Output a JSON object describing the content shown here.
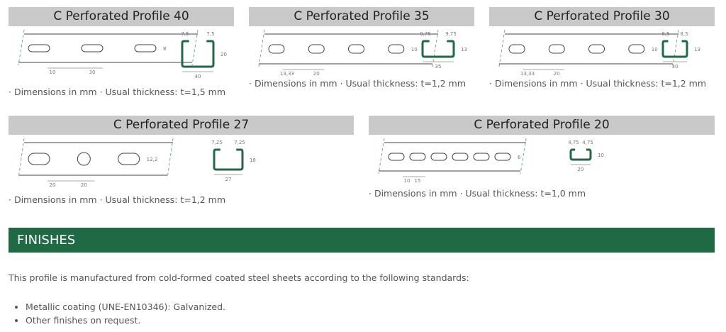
{
  "profiles": [
    {
      "title": "C Perforated Profile 40",
      "caption": "· Dimensions in mm · Usual thickness: t=1,5 mm",
      "hole_h": "8",
      "pitch_a": "10",
      "pitch_b": "30",
      "flange_l": "7,5",
      "flange_r": "7,5",
      "height": "20",
      "width": "40"
    },
    {
      "title": "C Perforated Profile 35",
      "caption": "· Dimensions in mm · Usual thickness: t=1,2 mm",
      "hole_h": "10",
      "pitch_a": "13,33",
      "pitch_b": "20",
      "flange_l": "9,75",
      "flange_r": "9,75",
      "height": "13",
      "width": "35"
    },
    {
      "title": "C Perforated Profile 30",
      "caption": "· Dimensions in mm · Usual thickness: t=1,2 mm",
      "hole_h": "10",
      "pitch_a": "13,33",
      "pitch_b": "20",
      "flange_l": "8,5",
      "flange_r": "8,5",
      "height": "13",
      "width": "30"
    },
    {
      "title": "C Perforated Profile 27",
      "caption": "· Dimensions in mm · Usual thickness: t=1,2 mm",
      "hole_h": "12,2",
      "pitch_a": "20",
      "pitch_b": "20",
      "flange_l": "7,25",
      "flange_r": "7,25",
      "height": "18",
      "width": "27"
    },
    {
      "title": "C Perforated Profile 20",
      "caption": "· Dimensions in mm · Usual thickness: t=1,0 mm",
      "hole_h": "6",
      "pitch_a": "10",
      "pitch_b": "15",
      "flange_l": "4,75",
      "flange_r": "4,75",
      "height": "10",
      "width": "20"
    }
  ],
  "finishes": {
    "heading": "FINISHES",
    "intro": "This profile is manufactured from cold-formed coated steel sheets according to the following standards:",
    "items": [
      "Metallic coating (UNE-EN10346): Galvanized.",
      "Other finishes on request."
    ]
  },
  "colors": {
    "header": "#c9c9c9",
    "accent": "#1f6a45"
  }
}
